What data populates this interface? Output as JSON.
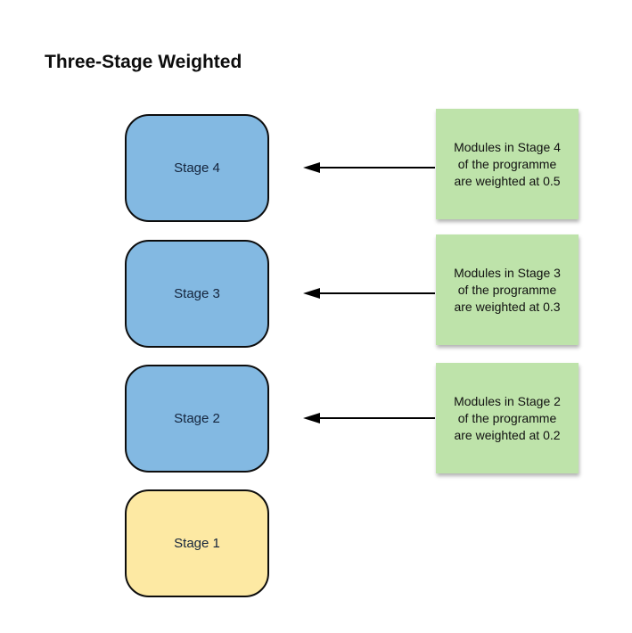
{
  "title": "Three-Stage Weighted",
  "colors": {
    "stage_blue": "#83b9e2",
    "stage_yellow": "#fde9a3",
    "note_green": "#bee3aa",
    "shape_border": "#0d0d0d",
    "arrow": "#000000",
    "background": "#ffffff"
  },
  "stages": [
    {
      "label": "Stage 4",
      "fill": "#83b9e2"
    },
    {
      "label": "Stage 3",
      "fill": "#83b9e2"
    },
    {
      "label": "Stage 2",
      "fill": "#83b9e2"
    },
    {
      "label": "Stage 1",
      "fill": "#fde9a3"
    }
  ],
  "notes": [
    {
      "fill": "#bee3aa",
      "lines": [
        "Modules in Stage 4",
        "of the programme",
        "are weighted at 0.5"
      ]
    },
    {
      "fill": "#bee3aa",
      "lines": [
        "Modules in Stage 3",
        "of the programme",
        "are weighted at 0.3"
      ]
    },
    {
      "fill": "#bee3aa",
      "lines": [
        "Modules in Stage 2",
        "of the programme",
        "are weighted at 0.2"
      ]
    }
  ]
}
